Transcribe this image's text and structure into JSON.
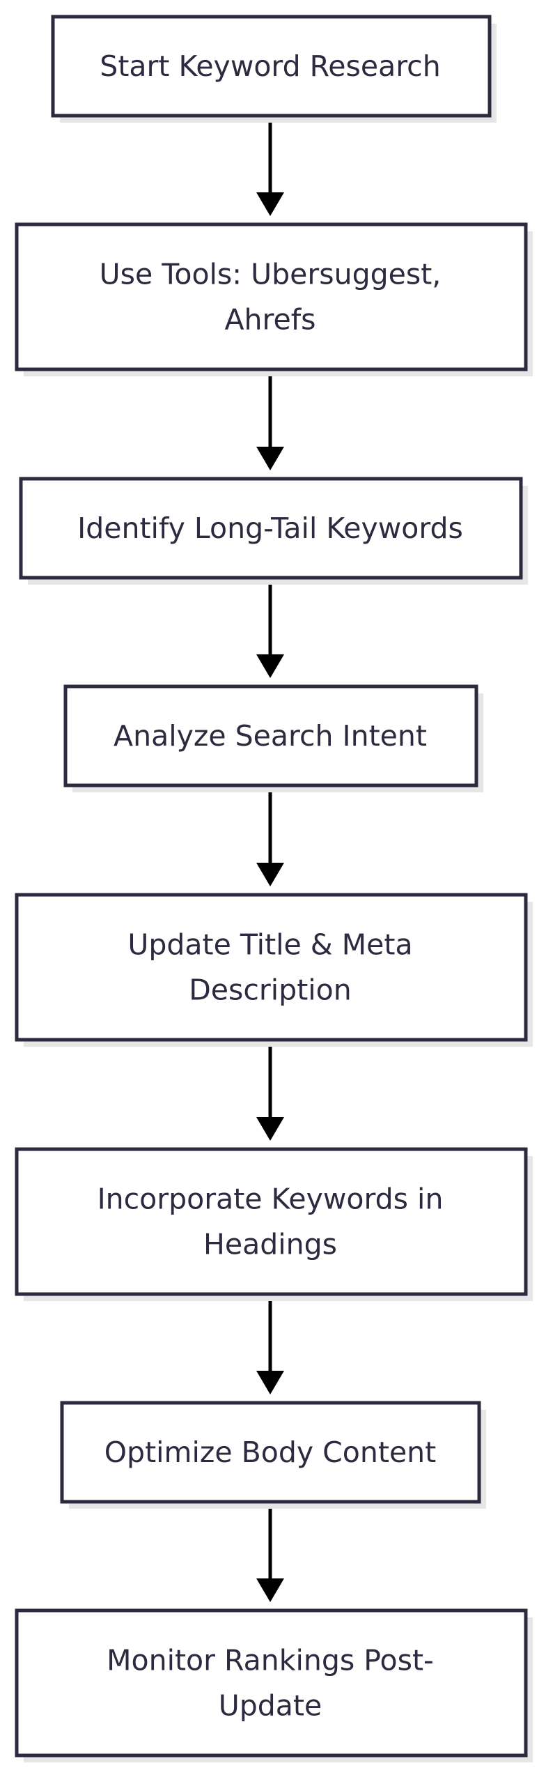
{
  "flowchart": {
    "direction": "top-to-bottom",
    "colors": {
      "box_border": "#2b2a3f",
      "box_fill": "#ffffff",
      "box_shadow": "#e6e6e6",
      "text": "#2b2a3f",
      "arrow": "#000000"
    },
    "nodes": [
      {
        "id": "start",
        "lines": [
          "Start Keyword Research"
        ]
      },
      {
        "id": "tools",
        "lines": [
          "Use Tools: Ubersuggest,",
          "Ahrefs"
        ]
      },
      {
        "id": "longtail",
        "lines": [
          "Identify Long-Tail Keywords"
        ]
      },
      {
        "id": "intent",
        "lines": [
          "Analyze Search Intent"
        ]
      },
      {
        "id": "meta",
        "lines": [
          "Update Title & Meta",
          "Description"
        ]
      },
      {
        "id": "headings",
        "lines": [
          "Incorporate Keywords in",
          "Headings"
        ]
      },
      {
        "id": "body",
        "lines": [
          "Optimize Body Content"
        ]
      },
      {
        "id": "monitor",
        "lines": [
          "Monitor Rankings Post-",
          "Update"
        ]
      }
    ],
    "edges": [
      {
        "from": "start",
        "to": "tools"
      },
      {
        "from": "tools",
        "to": "longtail"
      },
      {
        "from": "longtail",
        "to": "intent"
      },
      {
        "from": "intent",
        "to": "meta"
      },
      {
        "from": "meta",
        "to": "headings"
      },
      {
        "from": "headings",
        "to": "body"
      },
      {
        "from": "body",
        "to": "monitor"
      }
    ]
  }
}
